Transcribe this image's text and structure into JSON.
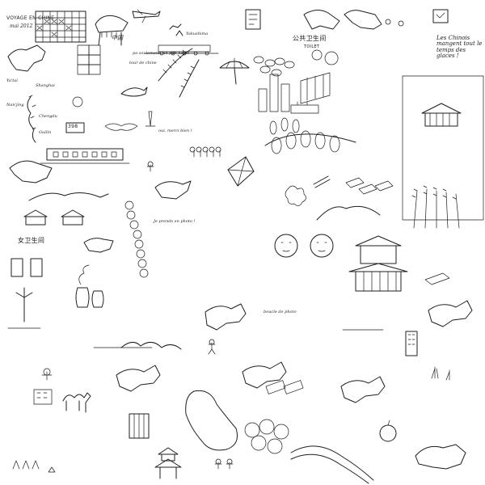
{
  "title": {
    "line1": "VOYAGE EN CHINE",
    "line2": "mai 2012"
  },
  "labels": {
    "hanzi_zhongguo": "中国",
    "hanzi_gonggong_weisheng": "公共卫生间",
    "toilet_word": "TOILET",
    "hanzi_weisheng": "女卫生间",
    "price_tag": "398",
    "chinese_ice_cream_note": "Les Chinois mangent tout le temps des glaces !"
  },
  "notes": {
    "yantai": "Ya'tai",
    "shanghai": "Shanghai",
    "nanjing": "Nan'jing",
    "chengdu": "Chengdu",
    "guilin": "Guilin",
    "tour_de_chine": "tour de chine",
    "oui_merci": "oui, merci bien !",
    "boucle_photo": "boucle de photo",
    "prenez_photo": "Je prends en photo !",
    "yakushima": "Yakushima",
    "pa_soulement": "pa soulement, un pan hauts"
  },
  "legend_items": []
}
